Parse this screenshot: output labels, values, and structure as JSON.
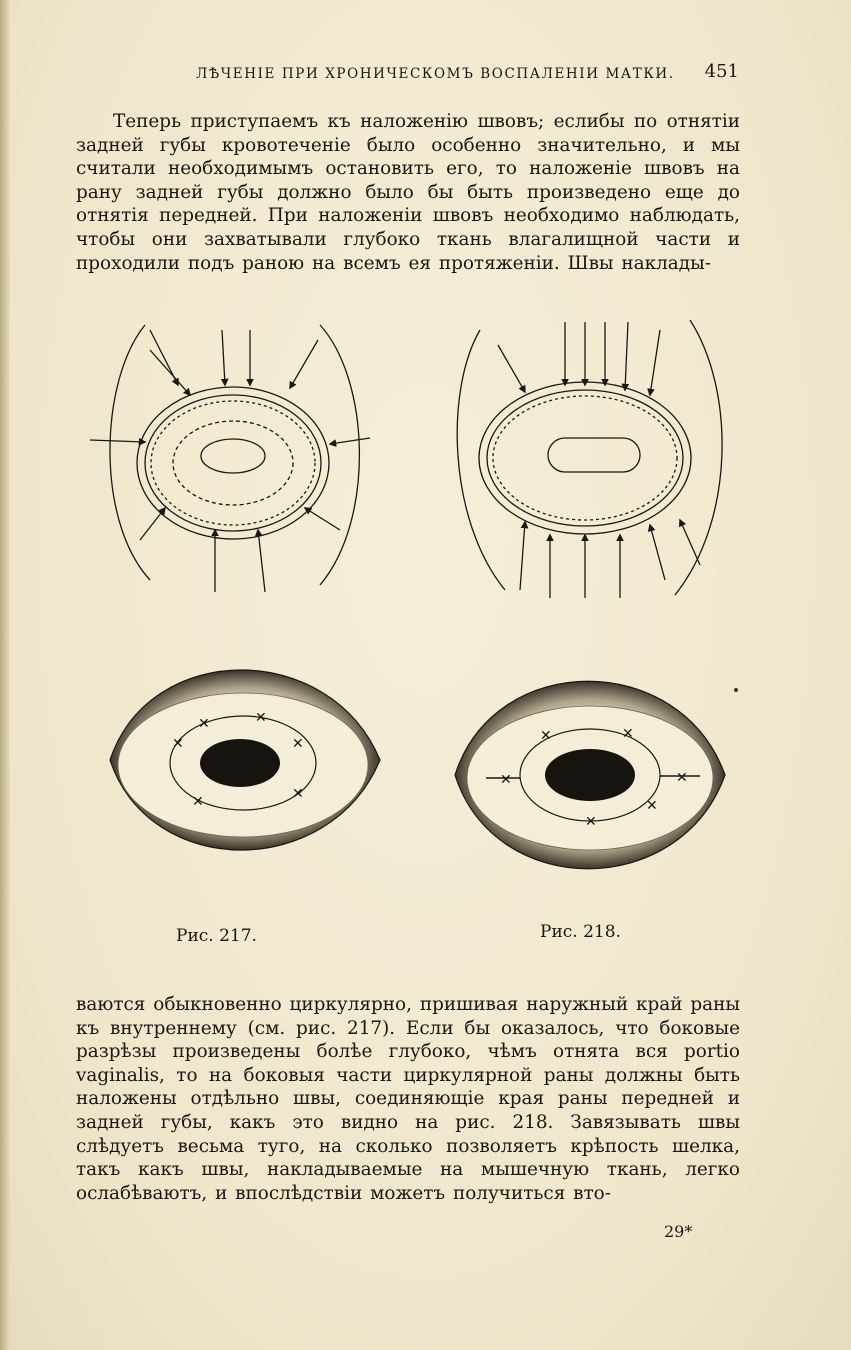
{
  "header": {
    "running_title": "ЛѢЧЕНІЕ ПРИ ХРОНИЧЕСКОМЪ ВОСПАЛЕНІИ МАТКИ.",
    "page_number": "451"
  },
  "text": {
    "paragraph_1": "Теперь приступаемъ къ наложенію швовъ; еслибы по отнятіи задней губы кровотеченіе было особенно значительно, и мы считали необходимымъ остановить его, то наложеніе швовъ на рану задней губы должно было бы быть произведено еще до отнятія передней. При наложеніи швовъ необходимо наблюдать, чтобы они захватывали глубоко ткань влагалищной части и проходили подъ раною на всемъ ея протяженіи. Швы наклады-",
    "paragraph_2": "ваются обыкновенно циркулярно, пришивая наружный край раны къ внутреннему (см. рис. 217). Если бы оказалось, что боковые разрѣзы произведены болѣе глубоко, чѣмъ отнята вся portio vaginalis, то на боковыя части циркулярной раны должны быть наложены отдѣльно швы, соединяющіе края раны передней и задней губы, какъ это видно на рис. 218. Завязывать швы слѣдуетъ весьма туго, на сколько позволяетъ крѣпость шелка, такъ какъ швы, накладываемые на мышечную ткань, легко ослабѣваютъ, и впослѣдствіи можетъ получиться вто-"
  },
  "figures": {
    "fig217_caption": "Рис. 217.",
    "fig218_caption": "Рис. 218."
  },
  "footer": {
    "signature_mark": "29*"
  },
  "colors": {
    "paper": "#f1ead3",
    "ink": "#1b1712"
  }
}
